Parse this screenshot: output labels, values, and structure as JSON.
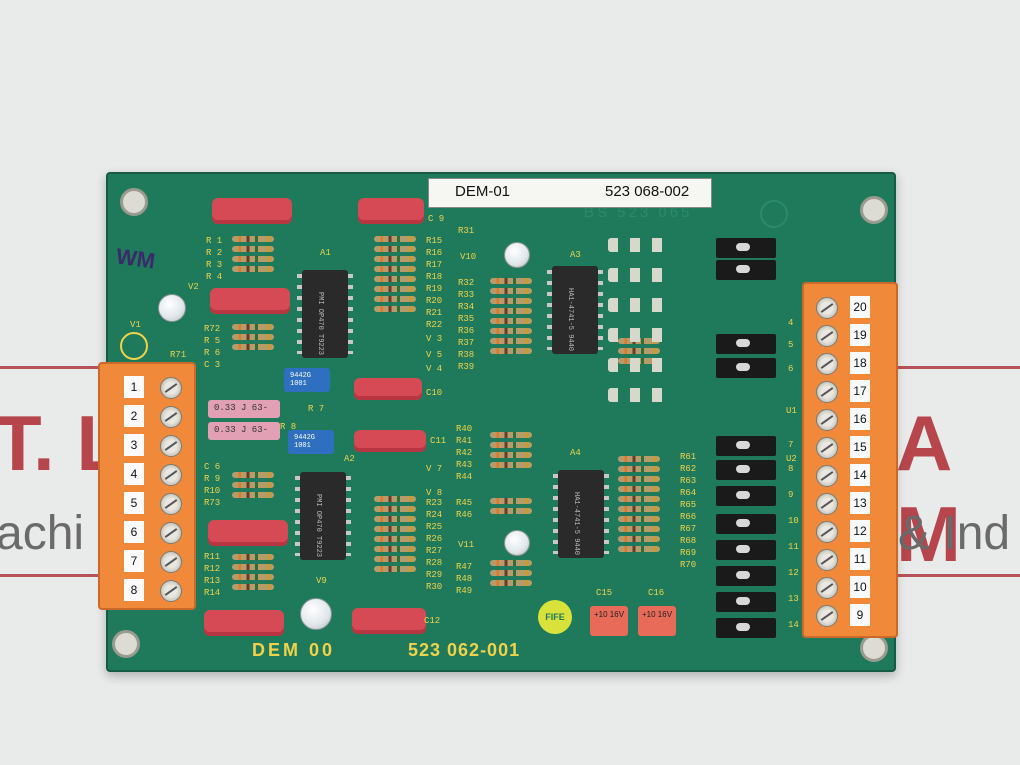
{
  "watermark": {
    "line1_left": "T. L",
    "line1_right": "A M",
    "line2_left": "achi",
    "line2_right": "& Ind"
  },
  "board": {
    "label_left": "DEM-01",
    "label_right": "523 068-002",
    "etched_top": "BS    523 065",
    "bottom_left": "DEM 00",
    "bottom_right": "523 062-001",
    "handwriting": "WM",
    "logo_text": "FIFE"
  },
  "silkscreen": {
    "left_resistors": [
      "R 1",
      "R 2",
      "R 3",
      "R 4"
    ],
    "left_resistors2": [
      "R72",
      "R 5",
      "R 6",
      "C 3"
    ],
    "left_resistors3": [
      "C 6",
      "R 9",
      "R10",
      "R73"
    ],
    "left_resistors4": [
      "R11",
      "R12",
      "R13",
      "R14"
    ],
    "mid_resistors": [
      "R15",
      "R16",
      "R17",
      "R18",
      "R19",
      "R20",
      "R21",
      "R22",
      "V 3",
      "V 5",
      "V 4"
    ],
    "mid_resistors2": [
      "R23",
      "R24",
      "R25",
      "R26",
      "R27",
      "R28",
      "R29",
      "R30"
    ],
    "center_resistors": [
      "R31",
      "R32",
      "R33",
      "R34",
      "R35",
      "R36",
      "R37",
      "R38",
      "R39"
    ],
    "center_resistors2": [
      "R40",
      "R41",
      "R42",
      "R43",
      "R44",
      "R45",
      "R46",
      "R47",
      "R48",
      "R49"
    ],
    "right_resistors": [
      "R61",
      "R62",
      "R63",
      "R64",
      "R65",
      "R66",
      "R67",
      "R68",
      "R69",
      "R70"
    ],
    "component_labels": [
      "A1",
      "A2",
      "A3",
      "A4",
      "V1",
      "V2",
      "V9",
      "V10",
      "V11",
      "R 7",
      "R 8",
      "R71",
      "C10",
      "C11",
      "C12",
      "C15",
      "C16",
      "V 7",
      "V 8",
      "C 9",
      "U1",
      "U2"
    ],
    "ic_text_a1": "PMI OP470 T9223",
    "ic_text_a2": "PMI OP470 T9223",
    "ic_text_a3": "HA1-4741-5 9440",
    "ic_text_a4": "HA1-4741-5 9440",
    "pot1": "9442G 1001",
    "pot2": "9442G 1001",
    "pinkcap1": "0.33 J 63-",
    "pinkcap2": "0.33 J 63-",
    "elcap": "+10 16V",
    "jumper_numbers": [
      "4",
      "5",
      "6",
      "7",
      "8",
      "9",
      "10",
      "11",
      "12",
      "13",
      "14"
    ]
  },
  "terminal_left": [
    "1",
    "2",
    "3",
    "4",
    "5",
    "6",
    "7",
    "8"
  ],
  "terminal_right": [
    "20",
    "19",
    "18",
    "17",
    "16",
    "15",
    "14",
    "13",
    "12",
    "11",
    "10",
    "9"
  ],
  "colors": {
    "board": "#1f7a5c",
    "silk": "#f1d34a",
    "terminal": "#f08a3a",
    "cap_red": "#d64a55"
  }
}
